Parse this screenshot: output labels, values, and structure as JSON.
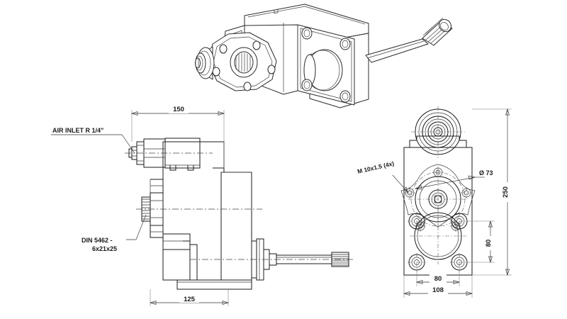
{
  "drawing": {
    "title": "Hydraulic pump gearbox assembly technical drawing",
    "background_color": "#ffffff",
    "line_color": "#1a1a1a",
    "views": {
      "isometric": {
        "name": "3D isometric view of pump gearbox with splined output shaft"
      },
      "side": {
        "name": "Side elevation view"
      },
      "front": {
        "name": "Front / end elevation view"
      }
    },
    "annotations": {
      "air_inlet": "AIR INLET R 1/4\"",
      "din_line1": "DIN 5462 -",
      "din_line2": "6x21x25",
      "thread": "M 10x1.5 (4x)",
      "bore_diameter": "Ø 73"
    },
    "dimensions": {
      "overall_length_top": "150",
      "overall_length_bottom": "125",
      "height_total": "250",
      "hole_spacing_vertical": "80",
      "hole_spacing_horizontal": "80",
      "width_total": "108"
    }
  }
}
